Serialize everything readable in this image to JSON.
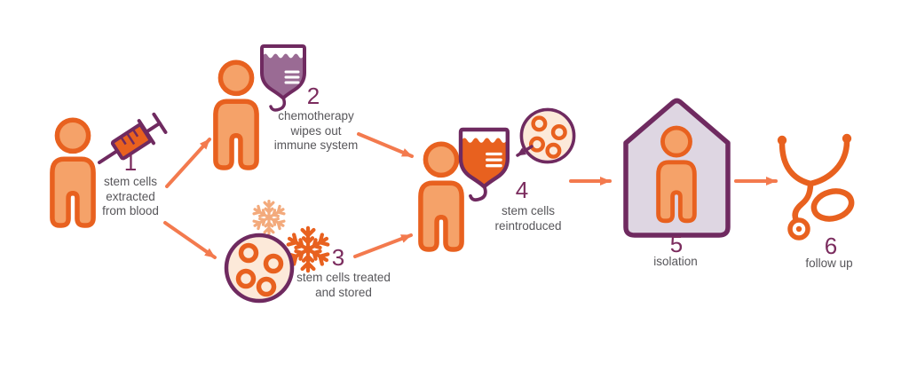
{
  "colors": {
    "orange": "#e8611f",
    "orange-light": "#f5a269",
    "arrow": "#f37a4e",
    "purple": "#6f2a60",
    "purple-number": "#7b2c5e",
    "mauve": "#9a6b94",
    "lavender": "#ded6e2",
    "peach": "#fce9d9",
    "flake-light": "#f3aa7c",
    "text": "#57565a",
    "white": "#ffffff"
  },
  "steps": [
    {
      "number": "1",
      "label": "stem cells\nextracted\nfrom blood",
      "icon": "person-with-syringe"
    },
    {
      "number": "2",
      "label": "chemotherapy\nwipes out\nimmune system",
      "icon": "person-with-iv-bag"
    },
    {
      "number": "3",
      "label": "stem cells treated\nand stored",
      "icon": "petri-dish-with-snowflakes"
    },
    {
      "number": "4",
      "label": "stem cells\nreintroduced",
      "icon": "person-iv-bag-and-dish"
    },
    {
      "number": "5",
      "label": "isolation",
      "icon": "house-with-person"
    },
    {
      "number": "6",
      "label": "follow up",
      "icon": "stethoscope"
    }
  ],
  "connections": [
    {
      "from": "1",
      "to": "2"
    },
    {
      "from": "1",
      "to": "3"
    },
    {
      "from": "2",
      "to": "4"
    },
    {
      "from": "3",
      "to": "4"
    },
    {
      "from": "4",
      "to": "5"
    },
    {
      "from": "5",
      "to": "6"
    },
    {
      "from": "dish",
      "to": "iv-bag"
    }
  ]
}
